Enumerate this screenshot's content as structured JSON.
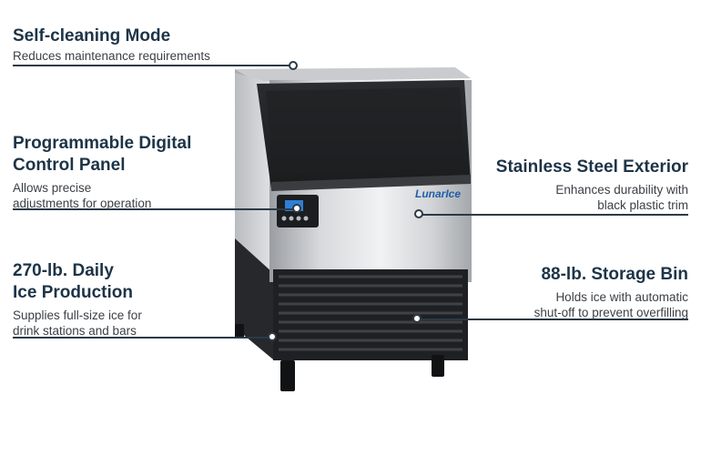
{
  "brand_logo": "LunarIce",
  "features": {
    "self_cleaning": {
      "title": "Self-cleaning Mode",
      "desc": "Reduces maintenance requirements"
    },
    "control_panel": {
      "title_line1": "Programmable Digital",
      "title_line2": "Control Panel",
      "desc_line1": "Allows precise",
      "desc_line2": "adjustments for operation"
    },
    "exterior": {
      "title": "Stainless Steel Exterior",
      "desc_line1": "Enhances durability with",
      "desc_line2": "black plastic trim"
    },
    "production": {
      "title_line1": "270-lb. Daily",
      "title_line2": "Ice Production",
      "desc_line1": "Supplies full-size ice for",
      "desc_line2": "drink stations and bars"
    },
    "storage": {
      "title": "88-lb. Storage Bin",
      "desc_line1": "Holds ice with automatic",
      "desc_line2": "shut-off to prevent overfilling"
    }
  },
  "colors": {
    "heading": "#1d3447",
    "callout_line": "#2b3a47",
    "logo_blue": "#1f5fa8"
  }
}
